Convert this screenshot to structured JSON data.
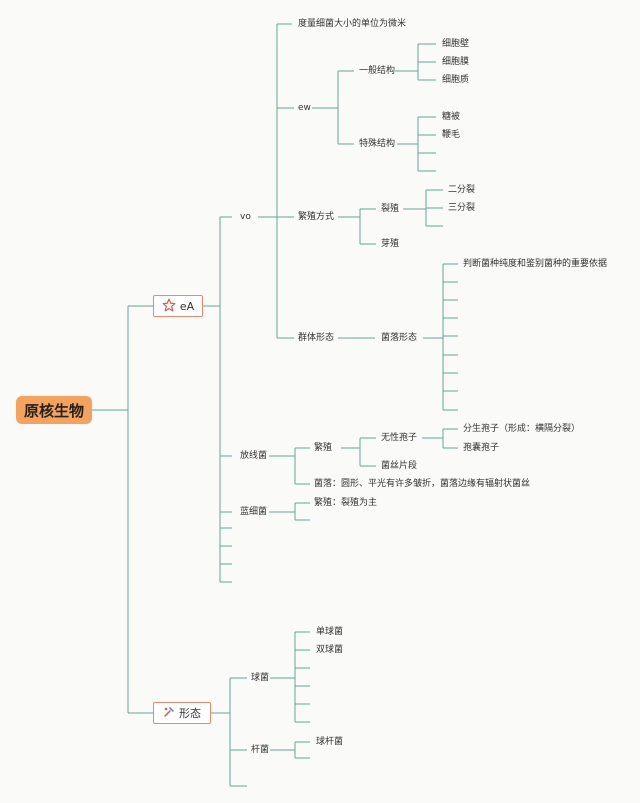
{
  "root": {
    "label": "原核生物"
  },
  "branch_a": {
    "label": "eA",
    "icon": "star-icon"
  },
  "branch_b": {
    "label": "形态",
    "icon": "tools-icon"
  },
  "nodes": {
    "vo": "vo",
    "unit": "度量细菌大小的单位为微米",
    "ew": "ew",
    "general": "一般结构",
    "wall": "细胞壁",
    "membrane": "细胞膜",
    "cytoplasm": "细胞质",
    "special": "特殊结构",
    "capsule": "糖被",
    "flagella": "鞭毛",
    "repro": "繁殖方式",
    "fission": "裂殖",
    "binary": "二分裂",
    "triple": "三分裂",
    "budding": "芽殖",
    "colony_form": "群体形态",
    "colony": "菌落形态",
    "colony_note": "判断菌种纯度和鉴别菌种的重要依据",
    "actino": "放线菌",
    "actino_repro": "繁殖",
    "asexual": "无性孢子",
    "conidia": "分生孢子（形成：横隔分裂）",
    "sporangio": "孢囊孢子",
    "fragment": "菌丝片段",
    "actino_colony": "菌落：圆形、平光有许多皱折，菌落边缘有辐射状菌丝",
    "cyano": "蓝细菌",
    "cyano_repro": "繁殖：裂殖为主",
    "cocci": "球菌",
    "mono": "单球菌",
    "diplo": "双球菌",
    "bacilli": "杆菌",
    "coccobac": "球杆菌"
  }
}
